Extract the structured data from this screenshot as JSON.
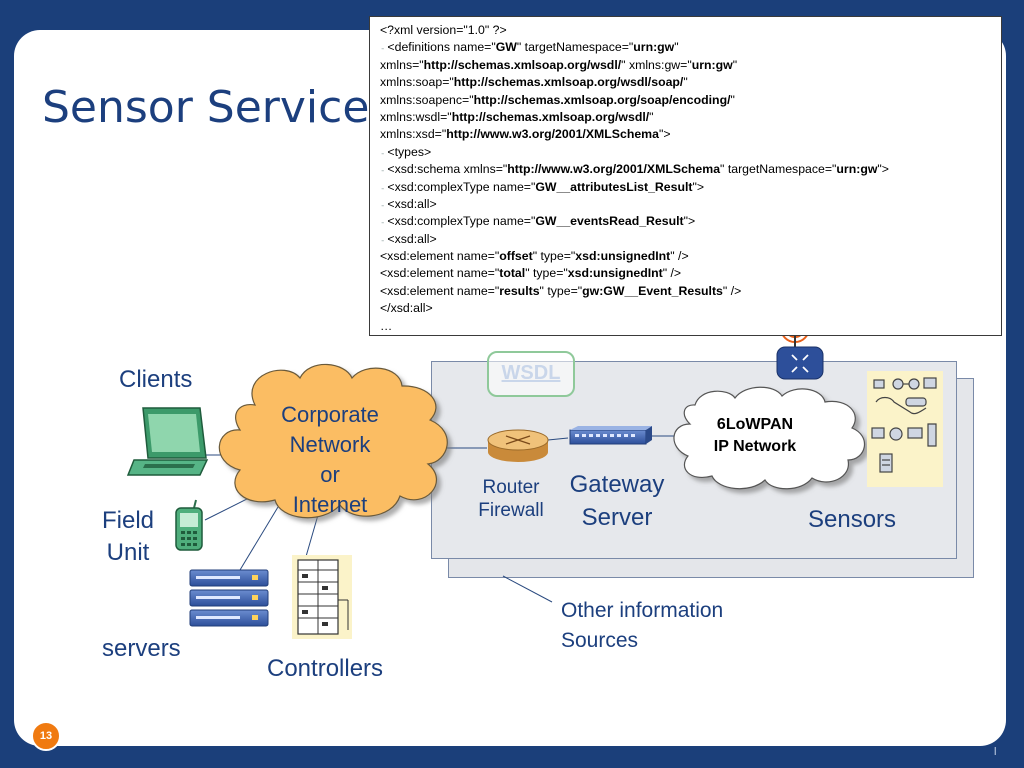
{
  "slide": {
    "title": "Sensor Service A",
    "page_number": "13",
    "corner_mark": "l"
  },
  "xml_lines": [
    {
      "marker": "",
      "parts": [
        {
          "t": "<?xml version=\"1.0\" ?>",
          "b": false
        }
      ]
    },
    {
      "marker": "-",
      "parts": [
        {
          "t": "<definitions name=\"",
          "b": false
        },
        {
          "t": "GW",
          "b": true
        },
        {
          "t": "\" targetNamespace=\"",
          "b": false
        },
        {
          "t": "urn:gw",
          "b": true
        },
        {
          "t": "\"",
          "b": false
        }
      ]
    },
    {
      "marker": "",
      "parts": [
        {
          "t": "xmlns=\"",
          "b": false
        },
        {
          "t": "http://schemas.xmlsoap.org/wsdl/",
          "b": true
        },
        {
          "t": "\" xmlns:gw=\"",
          "b": false
        },
        {
          "t": "urn:gw",
          "b": true
        },
        {
          "t": "\"",
          "b": false
        }
      ]
    },
    {
      "marker": "",
      "parts": [
        {
          "t": "xmlns:soap=\"",
          "b": false
        },
        {
          "t": "http://schemas.xmlsoap.org/wsdl/soap/",
          "b": true
        },
        {
          "t": "\"",
          "b": false
        }
      ]
    },
    {
      "marker": "",
      "parts": [
        {
          "t": "xmlns:soapenc=\"",
          "b": false
        },
        {
          "t": "http://schemas.xmlsoap.org/soap/encoding/",
          "b": true
        },
        {
          "t": "\"",
          "b": false
        }
      ]
    },
    {
      "marker": "",
      "parts": [
        {
          "t": "xmlns:wsdl=\"",
          "b": false
        },
        {
          "t": "http://schemas.xmlsoap.org/wsdl/",
          "b": true
        },
        {
          "t": "\"",
          "b": false
        }
      ]
    },
    {
      "marker": "",
      "parts": [
        {
          "t": "xmlns:xsd=\"",
          "b": false
        },
        {
          "t": "http://www.w3.org/2001/XMLSchema",
          "b": true
        },
        {
          "t": "\">",
          "b": false
        }
      ]
    },
    {
      "marker": "-",
      "parts": [
        {
          "t": "<types>",
          "b": false
        }
      ]
    },
    {
      "marker": "-",
      "parts": [
        {
          "t": "<xsd:schema xmlns=\"",
          "b": false
        },
        {
          "t": "http://www.w3.org/2001/XMLSchema",
          "b": true
        },
        {
          "t": "\" targetNamespace=\"",
          "b": false
        },
        {
          "t": "urn:gw",
          "b": true
        },
        {
          "t": "\">",
          "b": false
        }
      ]
    },
    {
      "marker": "-",
      "parts": [
        {
          "t": "<xsd:complexType name=\"",
          "b": false
        },
        {
          "t": "GW__attributesList_Result",
          "b": true
        },
        {
          "t": "\">",
          "b": false
        }
      ]
    },
    {
      "marker": "-",
      "parts": [
        {
          "t": "<xsd:all>",
          "b": false
        }
      ]
    },
    {
      "marker": "-",
      "parts": [
        {
          "t": "<xsd:complexType name=\"",
          "b": false
        },
        {
          "t": "GW__eventsRead_Result",
          "b": true
        },
        {
          "t": "\">",
          "b": false
        }
      ]
    },
    {
      "marker": "-",
      "parts": [
        {
          "t": "<xsd:all>",
          "b": false
        }
      ]
    },
    {
      "marker": "",
      "parts": [
        {
          "t": "<xsd:element name=\"",
          "b": false
        },
        {
          "t": "offset",
          "b": true
        },
        {
          "t": "\" type=\"",
          "b": false
        },
        {
          "t": "xsd:unsignedInt",
          "b": true
        },
        {
          "t": "\" />",
          "b": false
        }
      ]
    },
    {
      "marker": "",
      "parts": [
        {
          "t": "<xsd:element name=\"",
          "b": false
        },
        {
          "t": "total",
          "b": true
        },
        {
          "t": "\" type=\"",
          "b": false
        },
        {
          "t": "xsd:unsignedInt",
          "b": true
        },
        {
          "t": "\" />",
          "b": false
        }
      ]
    },
    {
      "marker": "",
      "parts": [
        {
          "t": "<xsd:element name=\"",
          "b": false
        },
        {
          "t": "results",
          "b": true
        },
        {
          "t": "\" type=\"",
          "b": false
        },
        {
          "t": "gw:GW__Event_Results",
          "b": true
        },
        {
          "t": "\" />",
          "b": false
        }
      ]
    },
    {
      "marker": "",
      "parts": [
        {
          "t": "</xsd:all>",
          "b": false
        }
      ]
    },
    {
      "marker": "",
      "parts": [
        {
          "t": "…",
          "b": false
        }
      ]
    }
  ],
  "diagram": {
    "clients_label": "Clients",
    "field_unit_line1": "Field",
    "field_unit_line2": "Unit",
    "servers_label": "servers",
    "controllers_label": "Controllers",
    "corporate_cloud": {
      "line1": "Corporate",
      "line2": "Network",
      "line3": "or",
      "line4": "Internet"
    },
    "wsdl_label": "WSDL",
    "router_line1": "Router",
    "router_line2": "Firewall",
    "gateway_line1": "Gateway",
    "gateway_line2": "Server",
    "lowpan_cloud": {
      "line1": "6LoWPAN",
      "line2": "IP Network"
    },
    "sensors_label": "Sensors",
    "other_line1": "Other information",
    "other_line2": "Sources"
  },
  "colors": {
    "background": "#1b3f7a",
    "title": "#1c3f7e",
    "cloud_fill": "#fbbd63",
    "page_badge": "#f07a10"
  }
}
